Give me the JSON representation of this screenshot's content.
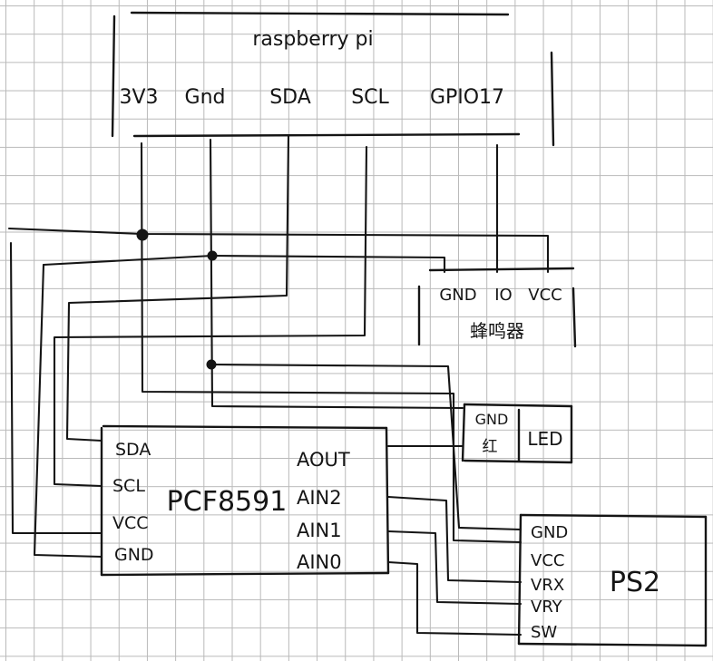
{
  "raspberry_pi": {
    "title": "raspberry pi",
    "pins": [
      "3V3",
      "Gnd",
      "SDA",
      "SCL",
      "GPIO17"
    ]
  },
  "buzzer": {
    "pins": [
      "GND",
      "IO",
      "VCC"
    ],
    "name": "蜂鸣器"
  },
  "led": {
    "pins": [
      "GND",
      "红"
    ],
    "name": "LED"
  },
  "pcf8591": {
    "name": "PCF8591",
    "left_pins": [
      "SDA",
      "SCL",
      "VCC",
      "GND"
    ],
    "right_pins": [
      "AOUT",
      "AIN2",
      "AIN1",
      "AIN0"
    ]
  },
  "ps2": {
    "name": "PS2",
    "pins": [
      "GND",
      "VCC",
      "VRX",
      "VRY",
      "SW"
    ]
  }
}
